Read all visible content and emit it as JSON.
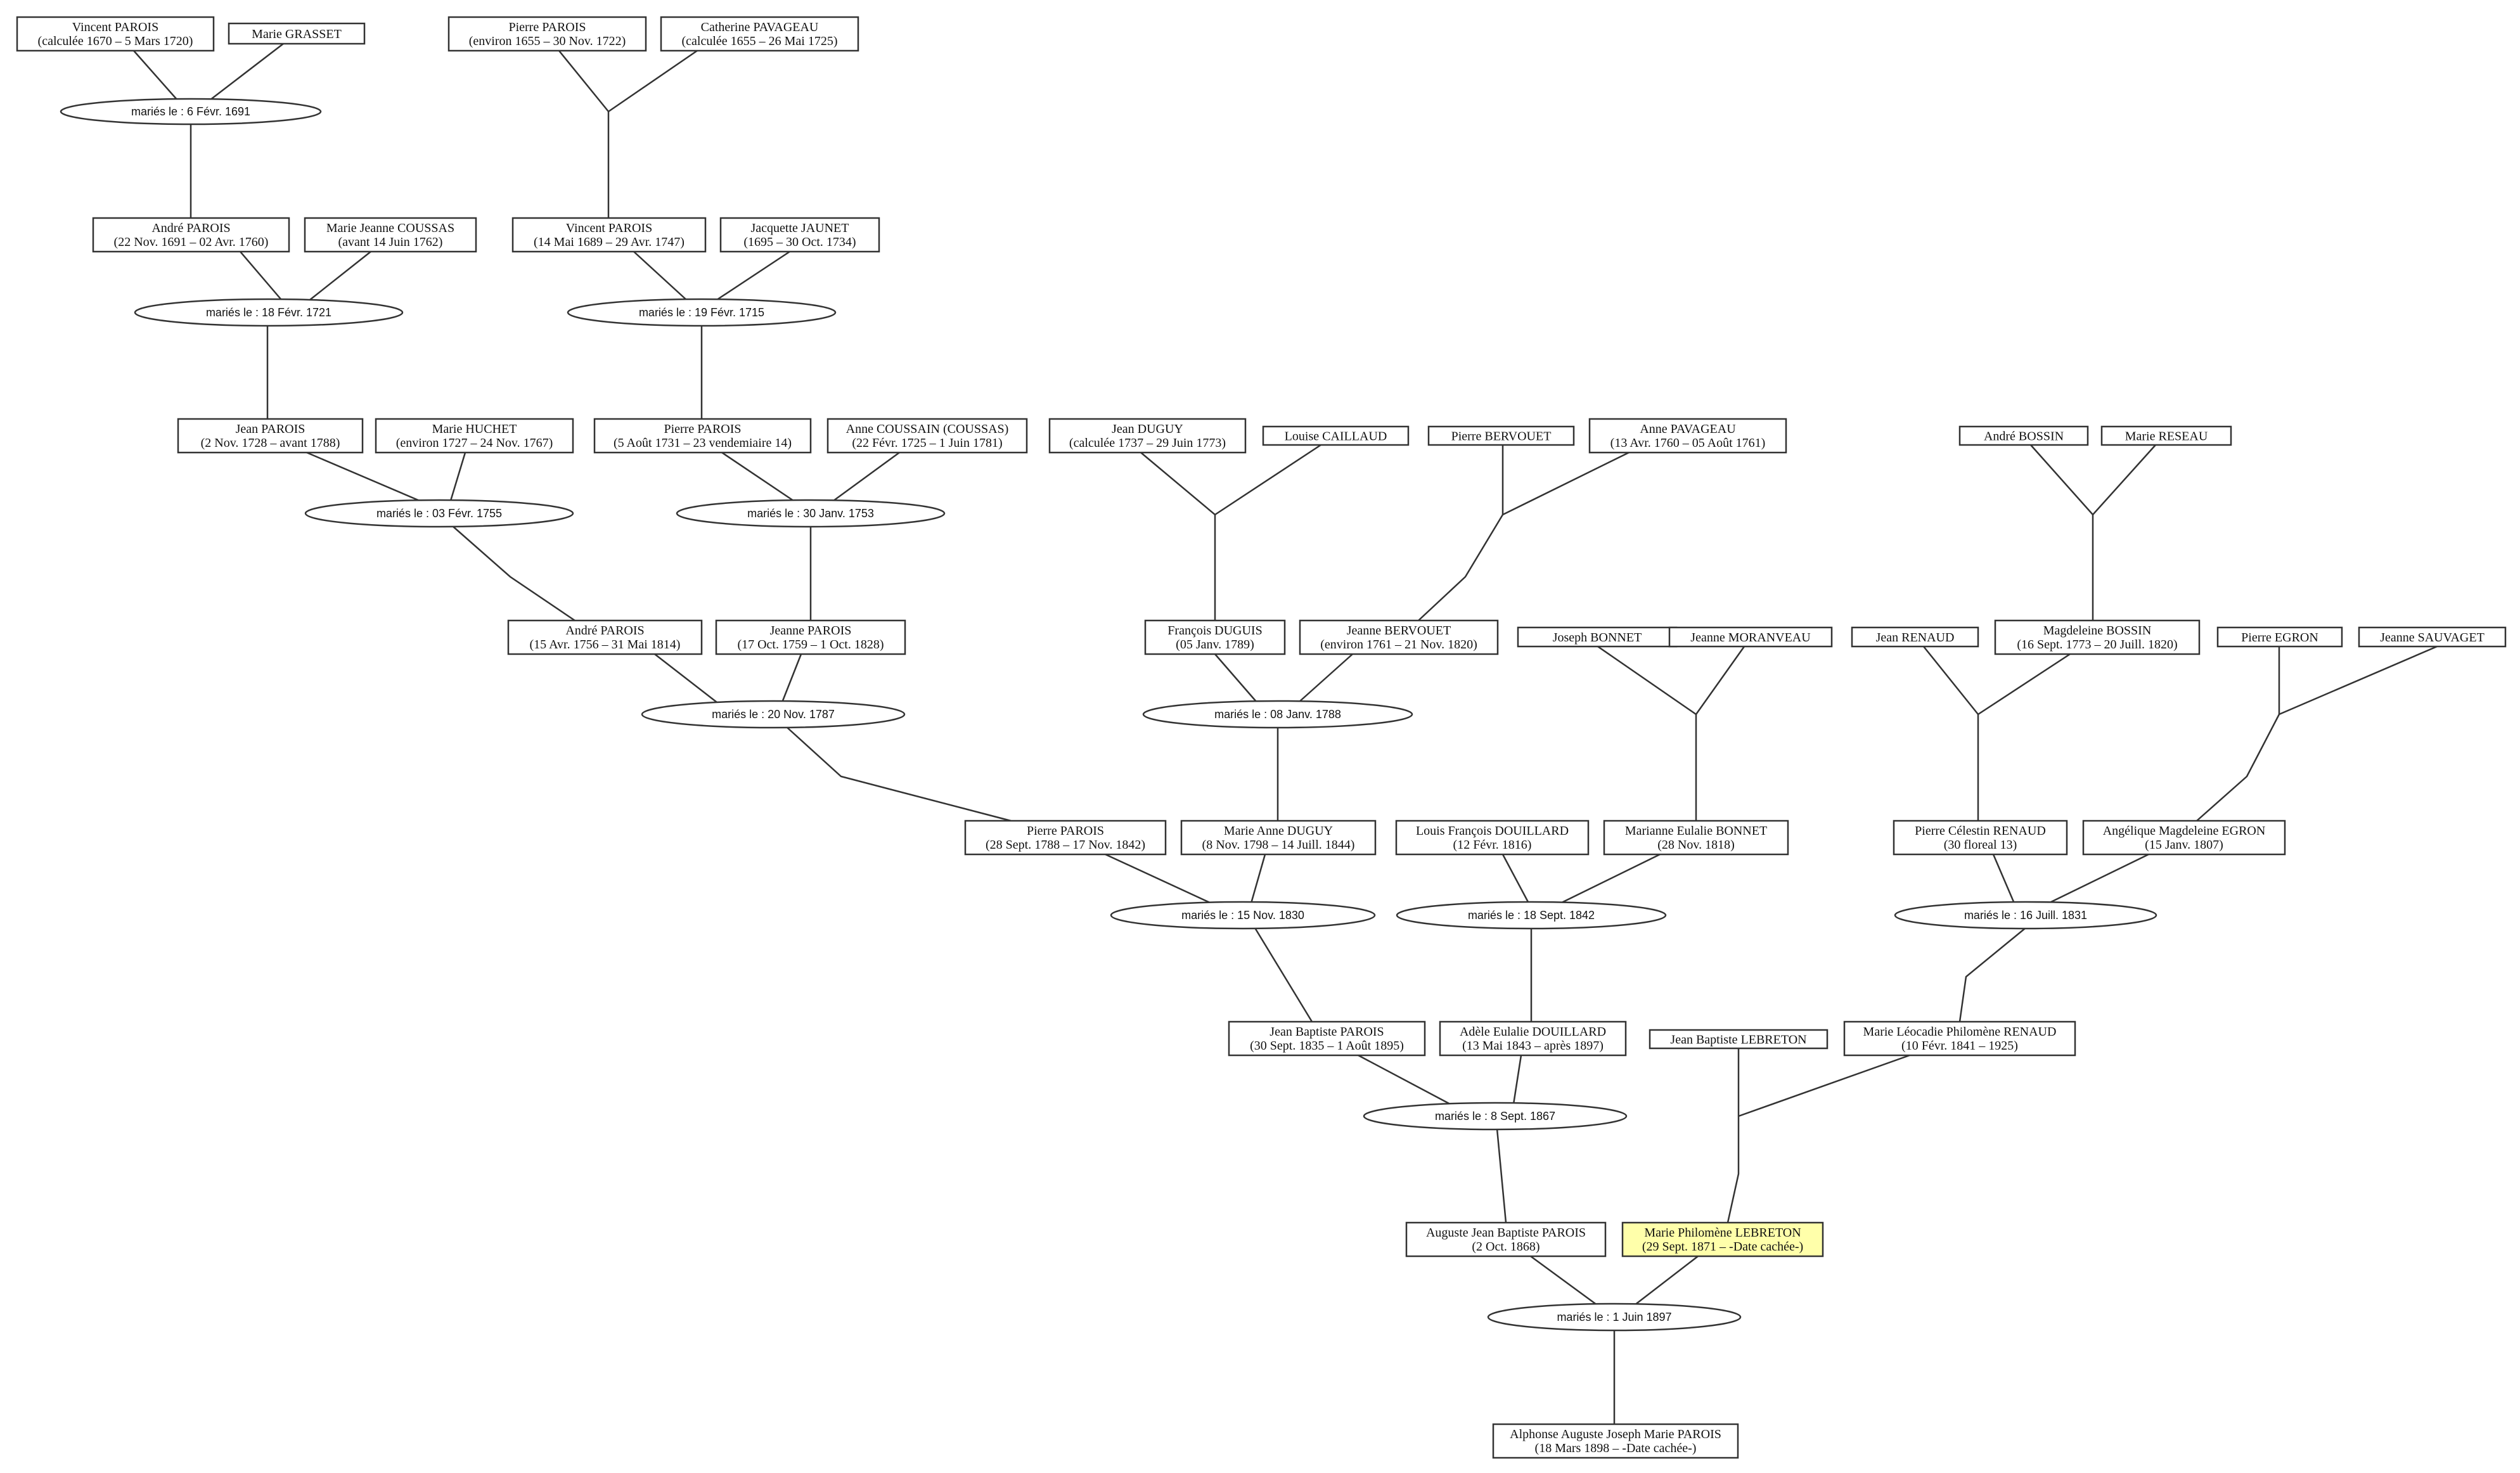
{
  "people": {
    "vincent1670": {
      "line1": "Vincent PAROIS",
      "line2": "(calculée 1670 – 5 Mars 1720)"
    },
    "mgrasset": {
      "line1": "Marie GRASSET",
      "line2": ""
    },
    "pierre1655": {
      "line1": "Pierre PAROIS",
      "line2": "(environ 1655 – 30 Nov. 1722)"
    },
    "catherine": {
      "line1": "Catherine PAVAGEAU",
      "line2": "(calculée 1655 – 26 Mai 1725)"
    },
    "andre1691": {
      "line1": "André PAROIS",
      "line2": "(22 Nov. 1691 – 02 Avr. 1760)"
    },
    "mjcoussas": {
      "line1": "Marie Jeanne COUSSAS",
      "line2": "(avant 14 Juin 1762)"
    },
    "vincent1689": {
      "line1": "Vincent PAROIS",
      "line2": "(14 Mai 1689 – 29 Avr. 1747)"
    },
    "jjaunet": {
      "line1": "Jacquette JAUNET",
      "line2": "(1695 – 30 Oct. 1734)"
    },
    "jean1728": {
      "line1": "Jean PAROIS",
      "line2": "(2 Nov. 1728 – avant 1788)"
    },
    "mhuchet": {
      "line1": "Marie HUCHET",
      "line2": "(environ 1727 – 24 Nov. 1767)"
    },
    "pierre1731": {
      "line1": "Pierre PAROIS",
      "line2": "(5 Août 1731 – 23 vendemiaire 14)"
    },
    "acoussain": {
      "line1": "Anne COUSSAIN (COUSSAS)",
      "line2": "(22 Févr. 1725 – 1 Juin 1781)"
    },
    "jduguy": {
      "line1": "Jean DUGUY",
      "line2": "(calculée 1737 – 29 Juin 1773)"
    },
    "lcaillaud": {
      "line1": "Louise CAILLAUD",
      "line2": ""
    },
    "pbervouet": {
      "line1": "Pierre BERVOUET",
      "line2": ""
    },
    "apavageau": {
      "line1": "Anne PAVAGEAU",
      "line2": "(13 Avr. 1760 – 05 Août 1761)"
    },
    "abossin": {
      "line1": "André BOSSIN",
      "line2": ""
    },
    "mreseau": {
      "line1": "Marie RESEAU",
      "line2": ""
    },
    "andre1756": {
      "line1": "André PAROIS",
      "line2": "(15 Avr. 1756 – 31 Mai 1814)"
    },
    "jeanne1759": {
      "line1": "Jeanne PAROIS",
      "line2": "(17 Oct. 1759 – 1 Oct. 1828)"
    },
    "fduguis": {
      "line1": "François DUGUIS",
      "line2": "(05 Janv. 1789)"
    },
    "jbervouet": {
      "line1": "Jeanne BERVOUET",
      "line2": "(environ 1761 – 21 Nov. 1820)"
    },
    "jbonnet": {
      "line1": "Joseph BONNET",
      "line2": ""
    },
    "jmoranveau": {
      "line1": "Jeanne MORANVEAU",
      "line2": ""
    },
    "jrenaud": {
      "line1": "Jean RENAUD",
      "line2": ""
    },
    "mbossin": {
      "line1": "Magdeleine BOSSIN",
      "line2": "(16 Sept. 1773 – 20 Juill. 1820)"
    },
    "pegron": {
      "line1": "Pierre EGRON",
      "line2": ""
    },
    "jsauvaget": {
      "line1": "Jeanne SAUVAGET",
      "line2": ""
    },
    "pierre1788": {
      "line1": "Pierre PAROIS",
      "line2": "(28 Sept. 1788 – 17 Nov. 1842)"
    },
    "maduguy": {
      "line1": "Marie Anne DUGUY",
      "line2": "(8 Nov. 1798 – 14 Juill. 1844)"
    },
    "lfdouillard": {
      "line1": "Louis François DOUILLARD",
      "line2": "(12 Févr. 1816)"
    },
    "mebonnet": {
      "line1": "Marianne Eulalie BONNET",
      "line2": "(28 Nov. 1818)"
    },
    "pcrenaud": {
      "line1": "Pierre Célestin RENAUD",
      "line2": "(30 floreal 13)"
    },
    "amegron": {
      "line1": "Angélique Magdeleine EGRON",
      "line2": "(15 Janv. 1807)"
    },
    "jbparois": {
      "line1": "Jean Baptiste PAROIS",
      "line2": "(30 Sept. 1835 – 1 Août 1895)"
    },
    "aedouillard": {
      "line1": "Adèle Eulalie DOUILLARD",
      "line2": "(13 Mai 1843 – après 1897)"
    },
    "jblebreton": {
      "line1": "Jean Baptiste LEBRETON",
      "line2": ""
    },
    "mlprenaud": {
      "line1": "Marie Léocadie Philomène RENAUD",
      "line2": "(10 Févr. 1841 – 1925)"
    },
    "ajbparois": {
      "line1": "Auguste Jean Baptiste PAROIS",
      "line2": "(2 Oct. 1868)"
    },
    "mplebreton": {
      "line1": "Marie Philomène LEBRETON",
      "line2": "(29 Sept. 1871 – -Date cachée-)"
    },
    "aajmparois": {
      "line1": "Alphonse Auguste Joseph Marie PAROIS",
      "line2": "(18 Mars 1898 – -Date cachée-)"
    }
  },
  "marriages": {
    "m1691": "mariés le : 6 Févr. 1691",
    "m1721": "mariés le : 18 Févr. 1721",
    "m1715": "mariés le : 19 Févr. 1715",
    "m1755": "mariés le : 03 Févr. 1755",
    "m1753": "mariés le : 30 Janv. 1753",
    "m1787": "mariés le : 20 Nov. 1787",
    "m1788": "mariés le : 08 Janv. 1788",
    "m1830": "mariés le : 15 Nov. 1830",
    "m1842": "mariés le : 18 Sept. 1842",
    "m1831": "mariés le : 16 Juill. 1831",
    "m1867": "mariés le : 8 Sept. 1867",
    "m1897": "mariés le : 1 Juin 1897"
  },
  "highlight_color": "#ffffaa"
}
